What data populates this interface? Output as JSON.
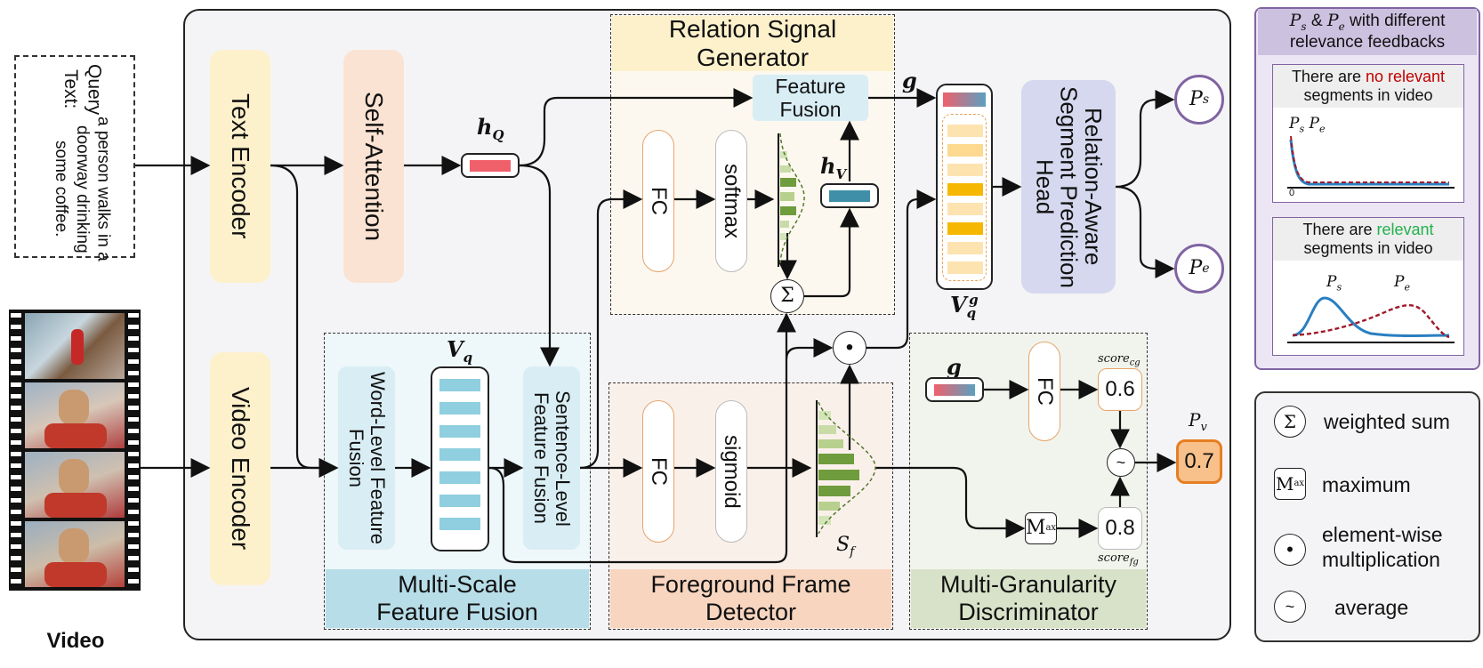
{
  "query": {
    "title": "Query Text:",
    "text": "a person walks in a doorway drinking some coffee."
  },
  "video_caption": "Video",
  "blocks": {
    "text_encoder": "Text Encoder",
    "self_attention": "Self-Attention",
    "video_encoder": "Video Encoder",
    "word_level": "Word-Level Feature Fusion",
    "sentence_level": "Sentence-Level Feature Fusion",
    "fc": "FC",
    "softmax": "softmax",
    "sigmoid": "sigmoid",
    "feature_fusion": "Feature Fusion",
    "prediction_head": "Relation-Aware Segment Prediction Head"
  },
  "modules": {
    "relation_signal_generator": "Relation Signal Generator",
    "multi_scale": "Multi-Scale Feature Fusion",
    "foreground": "Foreground Frame Detector",
    "multi_granularity": "Multi-Granularity Discriminator"
  },
  "symbols": {
    "hQ": "h",
    "hQ_sub": "Q",
    "hV": "h",
    "hV_sub": "V",
    "Vq": "V",
    "Vq_sub": "q",
    "Vqg": "V",
    "Vqg_sub": "q",
    "Vqg_sup": "g",
    "g": "g",
    "g2": "g",
    "Sf": "S",
    "Sf_sub": "f",
    "Ps": "P",
    "Ps_sub": "s",
    "Pe": "P",
    "Pe_sub": "e",
    "Pv": "P",
    "Pv_sub": "v",
    "score_cg": "score",
    "score_cg_sub": "cg",
    "score_fg": "score",
    "score_fg_sub": "fg"
  },
  "values": {
    "score_cg": "0.6",
    "score_fg": "0.8",
    "pv": "0.7"
  },
  "legend_top": {
    "title_pre": "P",
    "title_s": "s",
    "title_amp": " & ",
    "title_pe": "P",
    "title_e": "e",
    "title_rest": " with different relevance feedbacks",
    "panel1_a": "There are ",
    "panel1_b": "no relevant",
    "panel1_c": "segments in video",
    "panel1_curve_labels": "P",
    "panel1_zero": "0",
    "panel2_a": "There are ",
    "panel2_b": "relevant",
    "panel2_c": "segments in video"
  },
  "legend_bottom": {
    "weighted_sum": "weighted sum",
    "maximum": "maximum",
    "elementwise_1": "element-wise",
    "elementwise_2": "multiplication",
    "average": "average"
  },
  "colors": {
    "yellow_block": "#fdf1cc",
    "peach_block": "#fbe3d3",
    "blue_block": "#d9edf4",
    "lavender_block": "#d6d8ef",
    "purple": "#8064a2",
    "green_bar": "#6f9c3d",
    "orange": "#f3a35a",
    "red_text": "#c00000",
    "green_text": "#22b14c"
  }
}
